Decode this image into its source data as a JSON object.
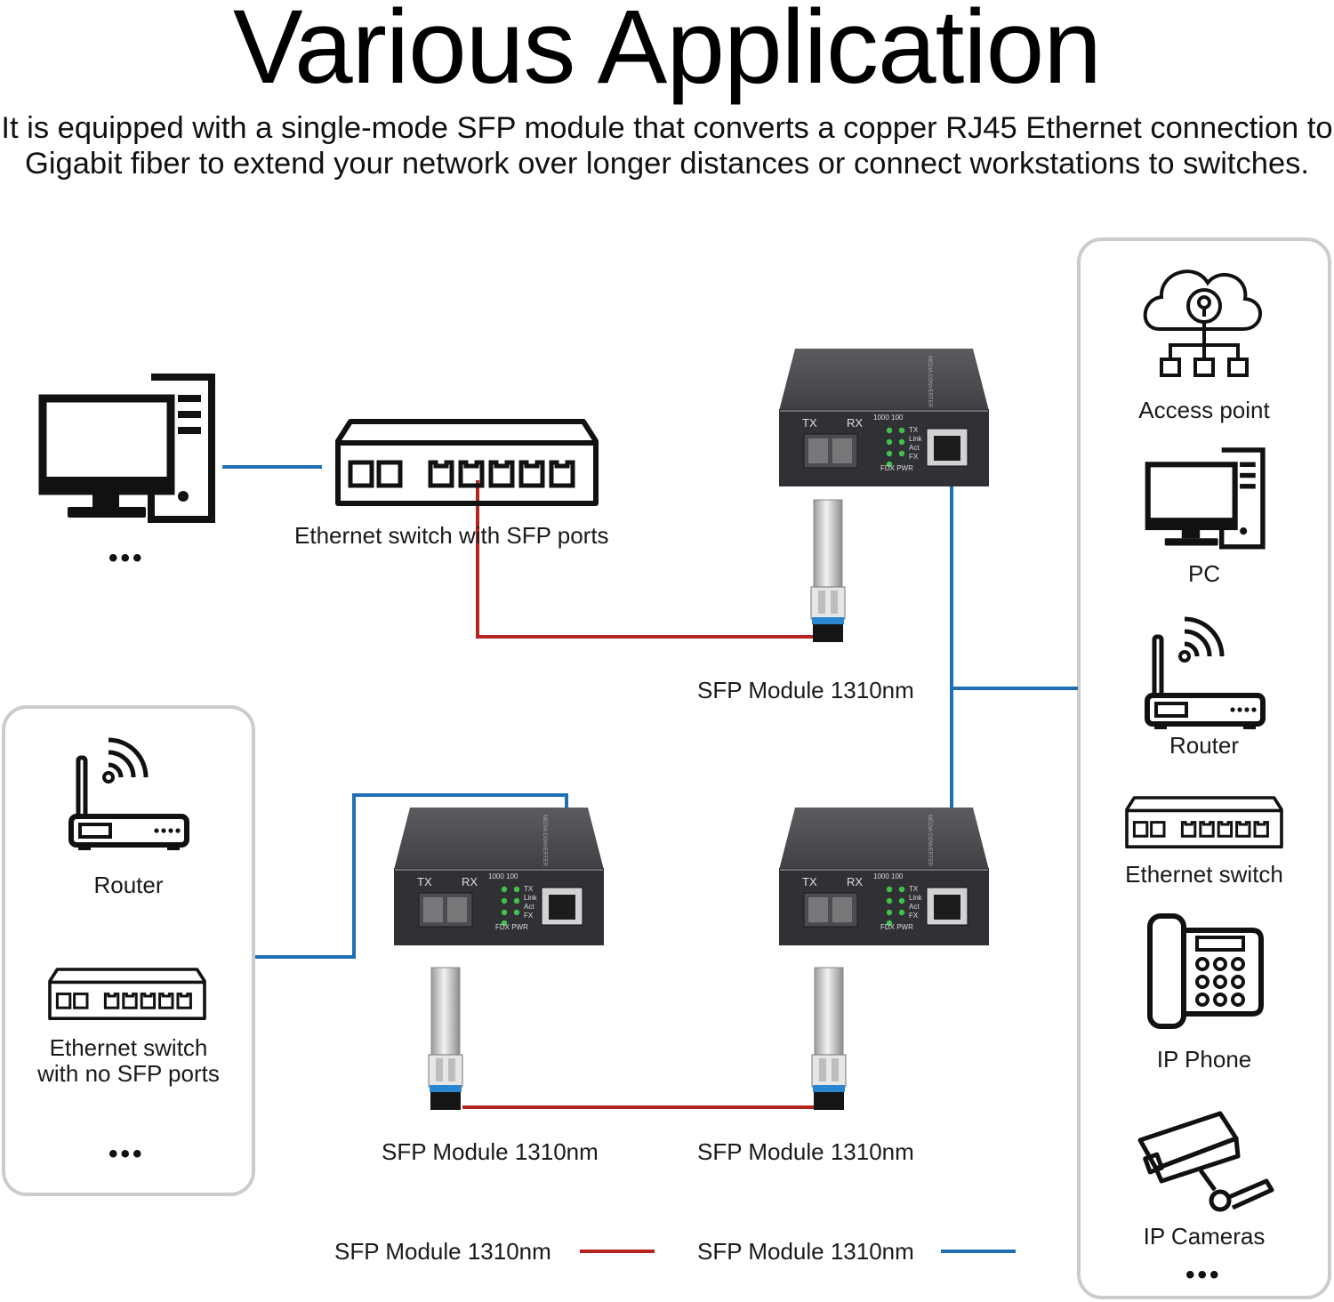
{
  "title": "Various Application",
  "subtitle": "It is equipped with a single-mode SFP module that converts a copper RJ45 Ethernet connection to Gigabit fiber to extend your network over longer distances or connect workstations to switches.",
  "colors": {
    "fiber": "#b5241e",
    "copper": "#1f6fb5",
    "device": "#3a3c40",
    "panel_border": "#cccccc"
  },
  "top_left": {
    "icon": "pc-icon",
    "more": "•••"
  },
  "switch_sfp": {
    "label": "Ethernet switch with SFP ports",
    "icon": "ethernet-switch-icon"
  },
  "converter": {
    "tx": "TX",
    "rx": "RX",
    "speed": "1000 100",
    "leds": [
      "TX",
      "Link",
      "Act",
      "FX"
    ],
    "bottom": "FDX PWR",
    "side_text": "MEDIA CONVERTER"
  },
  "sfp_labels": {
    "top": "SFP Module 1310nm",
    "bottom_left": "SFP Module 1310nm",
    "bottom_right": "SFP Module 1310nm"
  },
  "left_panel": {
    "items": [
      {
        "label": "Router",
        "icon": "router-icon"
      },
      {
        "label": "Ethernet switch\nwith no SFP ports",
        "icon": "ethernet-switch-icon"
      }
    ],
    "more": "•••"
  },
  "right_panel": {
    "items": [
      {
        "label": "Access point",
        "icon": "cloud-network-icon"
      },
      {
        "label": "PC",
        "icon": "pc-icon"
      },
      {
        "label": "Router",
        "icon": "router-icon"
      },
      {
        "label": "Ethernet switch",
        "icon": "ethernet-switch-icon"
      },
      {
        "label": "IP Phone",
        "icon": "ip-phone-icon"
      },
      {
        "label": "IP Cameras",
        "icon": "cctv-camera-icon"
      }
    ],
    "more": "•••"
  },
  "legend": [
    {
      "label": "SFP Module 1310nm",
      "color": "#b5241e"
    },
    {
      "label": "SFP Module 1310nm",
      "color": "#1f6fb5"
    }
  ]
}
